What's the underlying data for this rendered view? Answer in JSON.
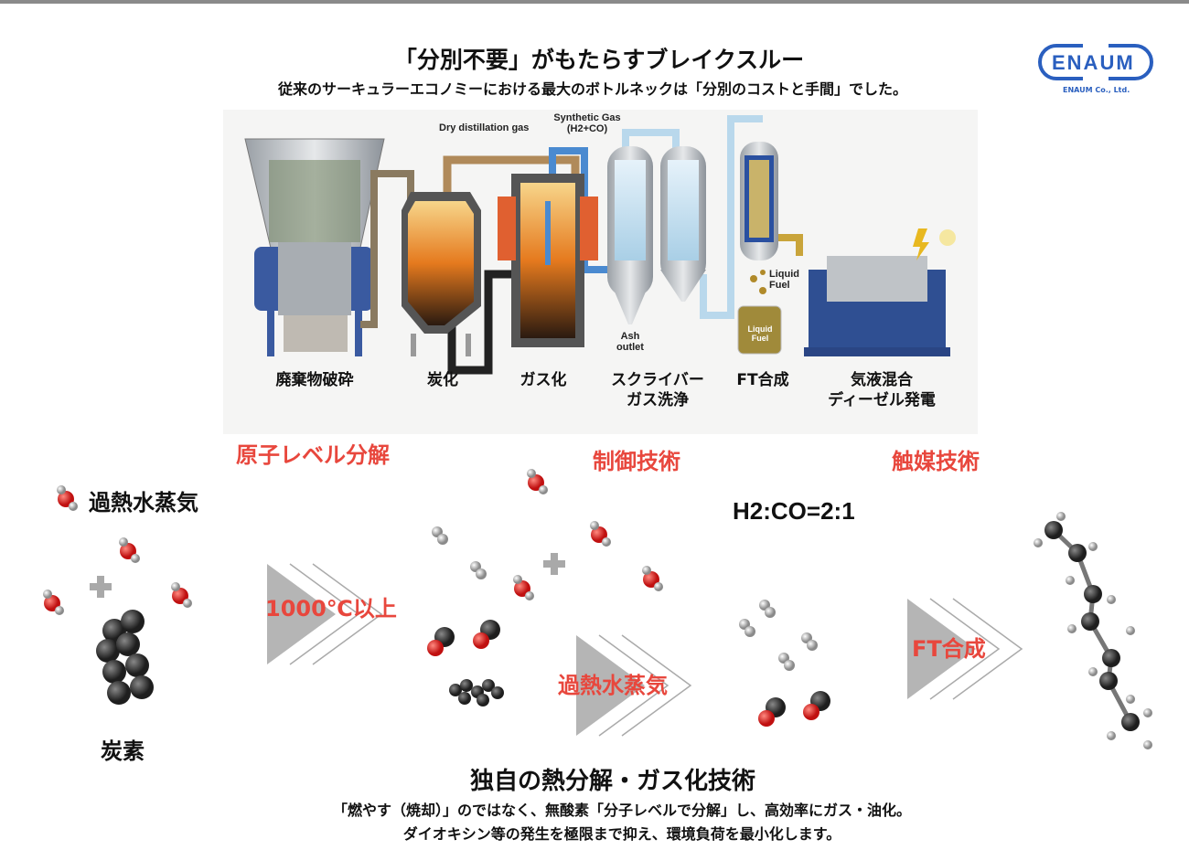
{
  "header": {
    "title": "「分別不要」がもたらすブレイクスルー",
    "subtitle": "従来のサーキュラーエコノミーにおける最大のボトルネックは「分別のコストと手間」でした。"
  },
  "logo": {
    "name": "ENAUM",
    "company": "ENAUM Co., Ltd."
  },
  "process": {
    "annotations": {
      "dry_gas": "Dry distillation gas",
      "syngas_1": "Synthetic Gas",
      "syngas_2": "(H2+CO)",
      "ash_1": "Ash",
      "ash_2": "outlet",
      "liquid_fuel_1": "Liquid",
      "liquid_fuel_2": "Fuel"
    },
    "steps": [
      {
        "label": "廃棄物破砕"
      },
      {
        "label": "炭化"
      },
      {
        "label": "ガス化"
      },
      {
        "label": "スクライバー",
        "label2": "ガス洗浄"
      },
      {
        "label": "FT合成"
      },
      {
        "label": "気液混合",
        "label2": "ディーゼル発電"
      }
    ]
  },
  "reaction": {
    "steam_label": "過熱水蒸気",
    "carbon_label": "炭素",
    "stage1_title": "原子レベル分解",
    "stage1_arrow": "1000℃以上",
    "stage2_title": "制御技術",
    "stage2_arrow": "過熱水蒸気",
    "ratio": "H2:CO=2:1",
    "stage3_title": "触媒技術",
    "stage3_arrow": "FT合成"
  },
  "footer": {
    "title": "独自の熱分解・ガス化技術",
    "line1": "「燃やす（焼却）」のではなく、無酸素「分子レベルで分解」し、高効率にガス・油化。",
    "line2": "ダイオキシン等の発生を極限まで抑え、環境負荷を最小化します。"
  },
  "colors": {
    "accent_red": "#e8473d",
    "logo_blue": "#2a5fbf"
  }
}
